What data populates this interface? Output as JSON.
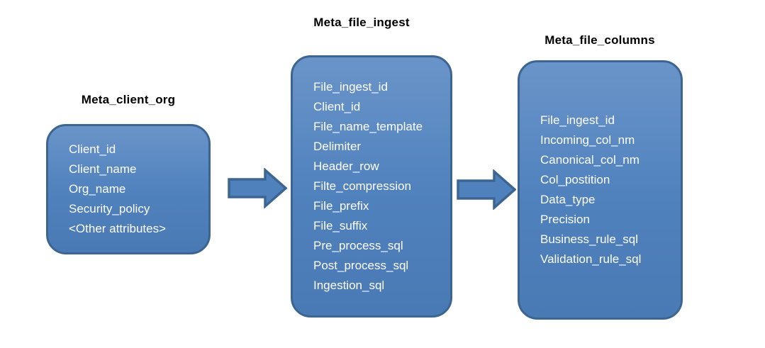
{
  "diagram": {
    "colors": {
      "box_fill": "#4f81bd",
      "box_fill_top": "#6a94c9",
      "box_border": "#3d6591",
      "attr_text": "#ffffff",
      "title_text": "#000000",
      "canvas_bg": "#ffffff"
    },
    "entities": [
      {
        "title": "Meta_client_org",
        "attributes": [
          "Client_id",
          "Client_name",
          "Org_name",
          "Security_policy",
          "<Other attributes>"
        ]
      },
      {
        "title": "Meta_file_ingest",
        "attributes": [
          "File_ingest_id",
          "Client_id",
          "File_name_template",
          "Delimiter",
          "Header_row",
          "Filte_compression",
          "File_prefix",
          "File_suffix",
          "Pre_process_sql",
          "Post_process_sql",
          "Ingestion_sql"
        ]
      },
      {
        "title": "Meta_file_columns",
        "attributes": [
          "File_ingest_id",
          "Incoming_col_nm",
          "Canonical_col_nm",
          "Col_postition",
          "Data_type",
          "Precision",
          "Business_rule_sql",
          "Validation_rule_sql"
        ]
      }
    ],
    "connectors": [
      {
        "name": "arrow-client-org-to-file-ingest",
        "direction": "right"
      },
      {
        "name": "arrow-file-ingest-to-file-columns",
        "direction": "right"
      }
    ]
  }
}
